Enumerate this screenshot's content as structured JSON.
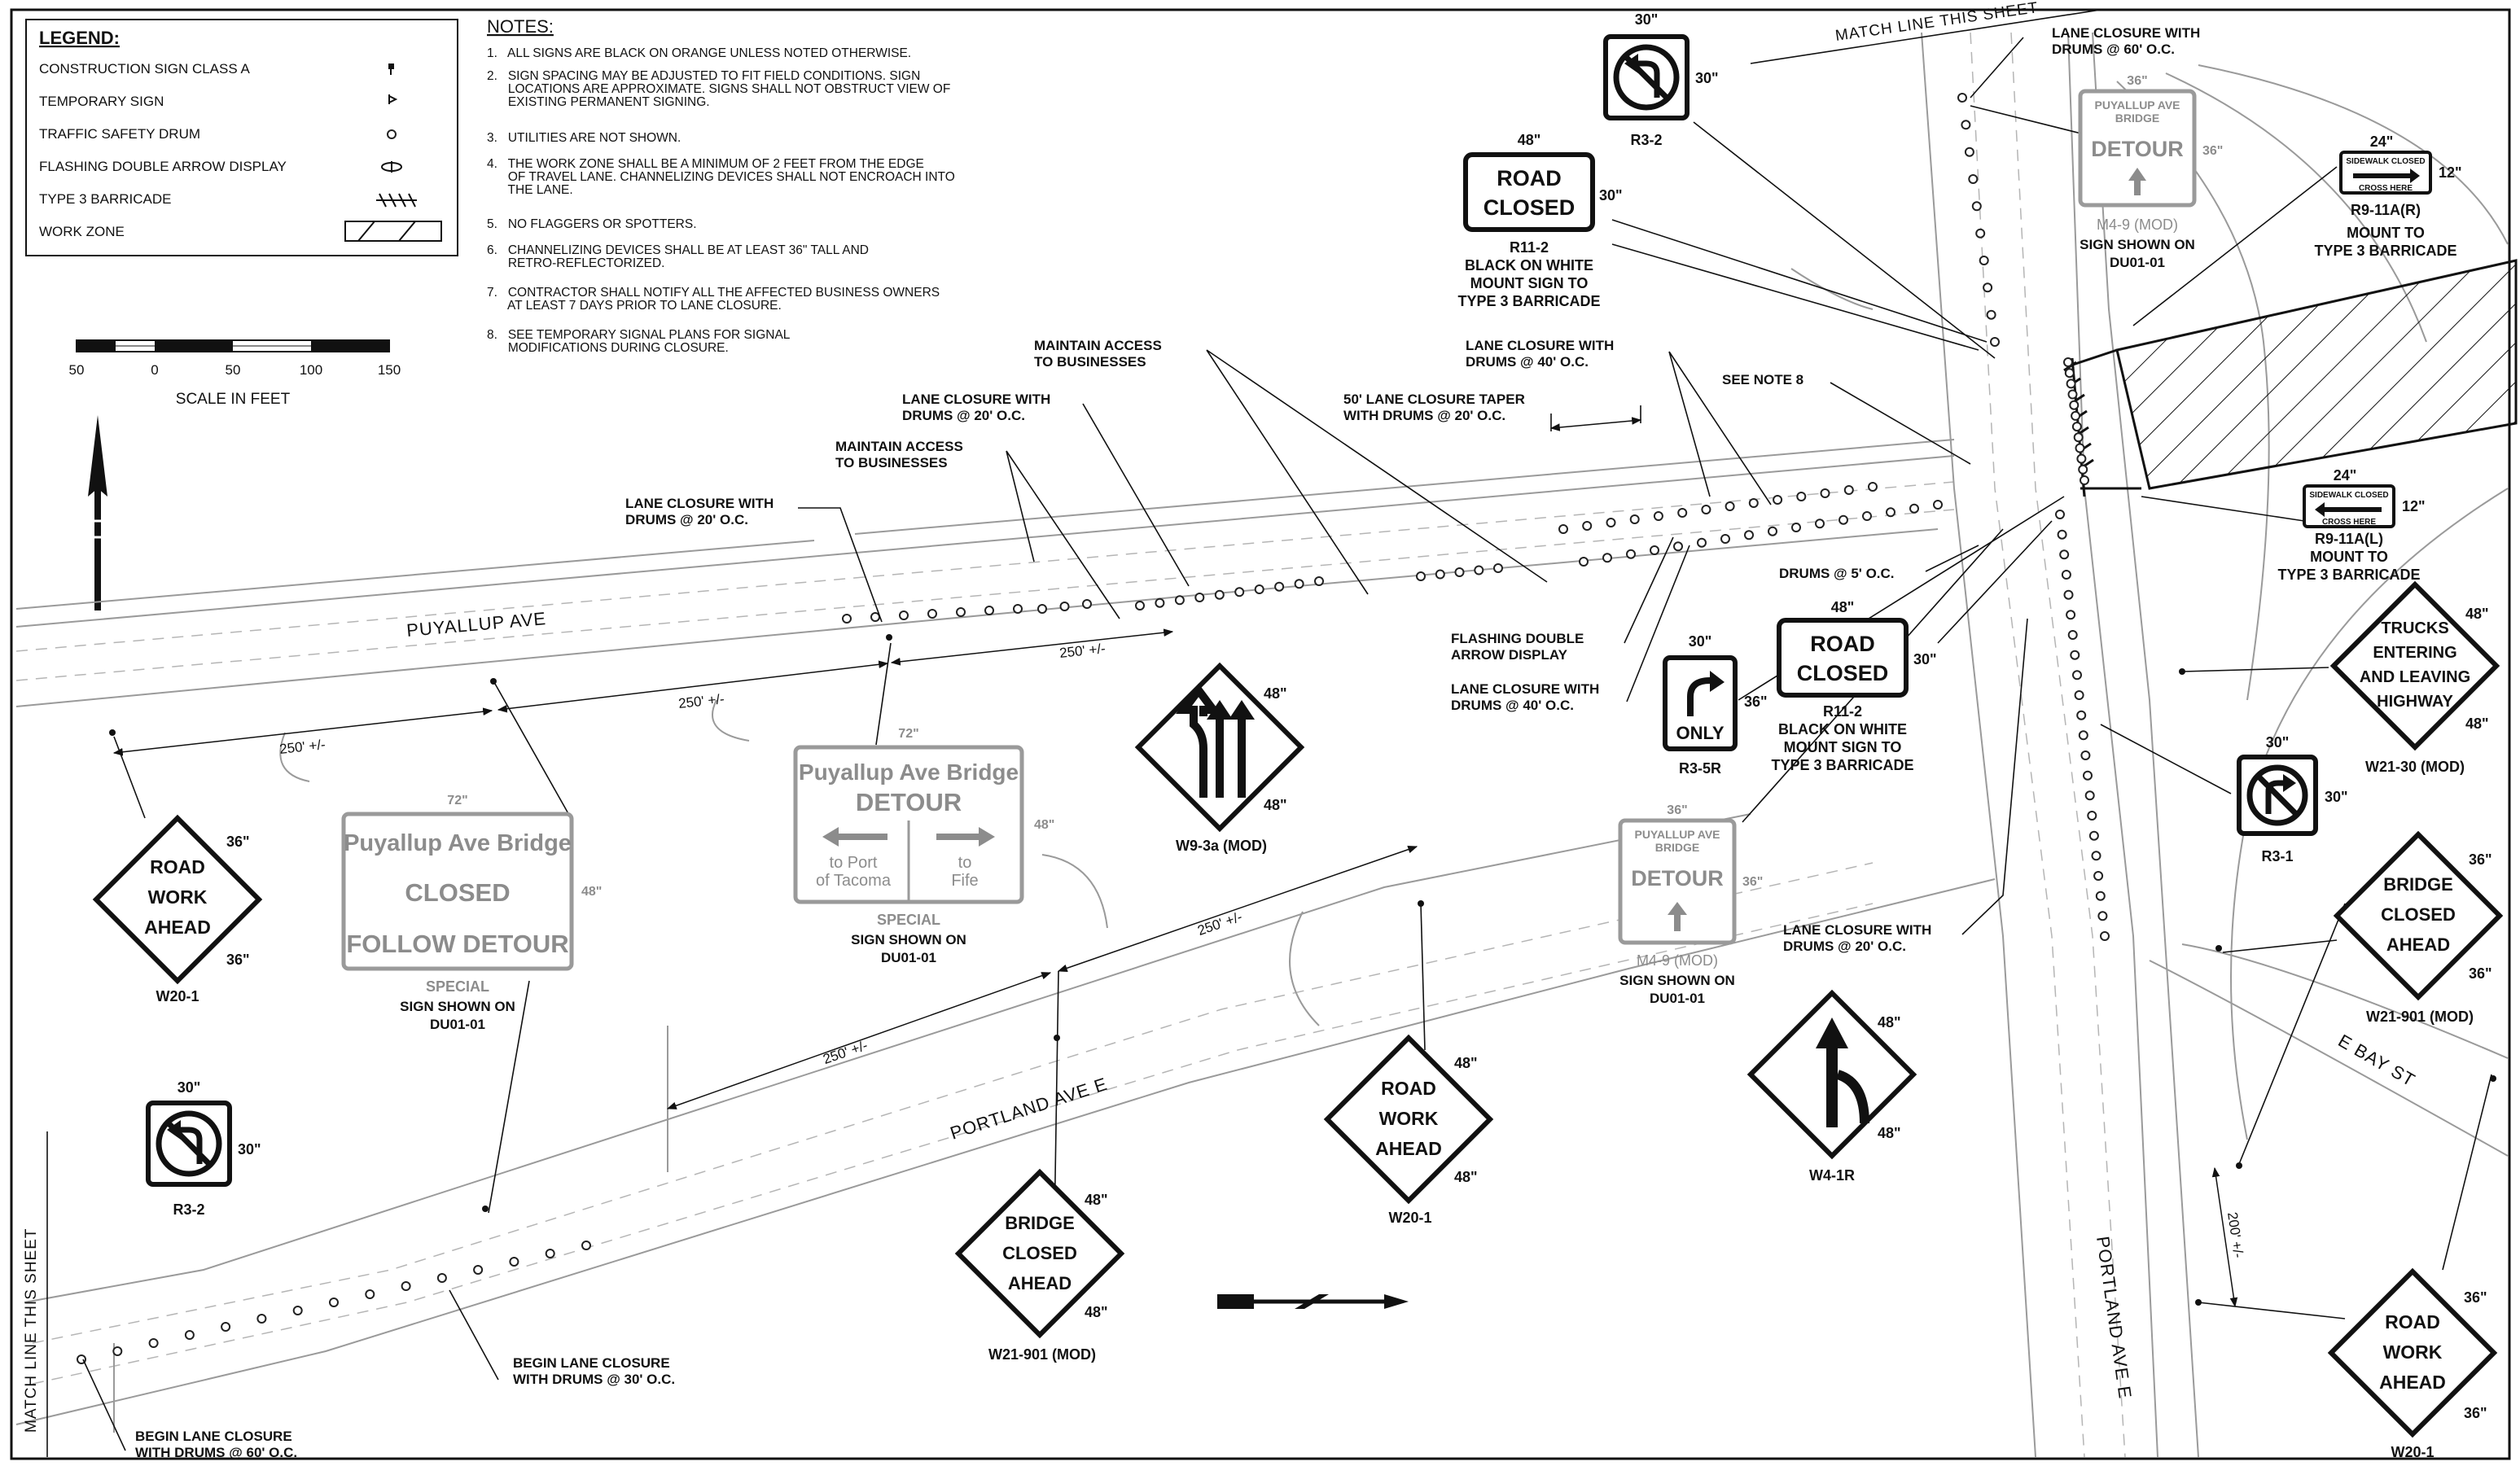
{
  "legend": {
    "title": "LEGEND:",
    "items": [
      "CONSTRUCTION SIGN CLASS A",
      "TEMPORARY SIGN",
      "TRAFFIC SAFETY DRUM",
      "FLASHING DOUBLE ARROW DISPLAY",
      "TYPE 3 BARRICADE",
      "WORK ZONE"
    ]
  },
  "notes": {
    "title": "NOTES:",
    "lines": [
      "1.   ALL SIGNS ARE BLACK ON ORANGE UNLESS NOTED OTHERWISE.",
      "2.   SIGN SPACING MAY BE ADJUSTED TO FIT FIELD CONDITIONS. SIGN",
      "      LOCATIONS ARE APPROXIMATE. SIGNS SHALL NOT OBSTRUCT VIEW OF",
      "      EXISTING PERMANENT SIGNING.",
      "3.   UTILITIES ARE NOT SHOWN.",
      "4.   THE WORK ZONE SHALL BE A MINIMUM OF 2 FEET FROM THE EDGE",
      "      OF TRAVEL LANE. CHANNELIZING DEVICES SHALL NOT ENCROACH INTO",
      "      THE LANE.",
      "5.   NO FLAGGERS OR SPOTTERS.",
      "6.   CHANNELIZING DEVICES SHALL BE AT LEAST 36\" TALL AND",
      "      RETRO-REFLECTORIZED.",
      "7.   CONTRACTOR SHALL NOTIFY ALL THE AFFECTED BUSINESS OWNERS",
      "      AT LEAST 7 DAYS PRIOR TO LANE CLOSURE.",
      "8.   SEE TEMPORARY SIGNAL PLANS FOR SIGNAL",
      "      MODIFICATIONS DURING CLOSURE."
    ]
  },
  "scale": {
    "ticks": [
      "50",
      "0",
      "50",
      "100",
      "150"
    ],
    "label": "SCALE IN FEET"
  },
  "streets": {
    "puyallup": "PUYALLUP AVE",
    "portland_e": "PORTLAND AVE E",
    "portland_v": "PORTLAND AVE E",
    "ebay": "E BAY ST"
  },
  "match_lines": {
    "top": "MATCH LINE THIS SHEET",
    "left": "MATCH LINE THIS SHEET"
  },
  "dims": {
    "d250a": "250' +/-",
    "d250b": "250' +/-",
    "d250c": "250' +/-",
    "d250d": "250' +/-",
    "d250e": "250' +/-",
    "d200": "200' +/-"
  },
  "callouts": {
    "c1": [
      "LANE CLOSURE WITH",
      "DRUMS @  20' O.C."
    ],
    "c2": [
      "MAINTAIN ACCESS",
      "TO BUSINESSES"
    ],
    "c3": [
      "LANE CLOSURE WITH",
      "DRUMS @  20' O.C."
    ],
    "c4": [
      "MAINTAIN ACCESS",
      "TO BUSINESSES"
    ],
    "c5": [
      "50' LANE CLOSURE TAPER",
      "WITH DRUMS @  20' O.C."
    ],
    "c6": [
      "LANE CLOSURE WITH",
      "DRUMS @  40' O.C."
    ],
    "c7": [
      "SEE NOTE 8"
    ],
    "c8": [
      "LANE CLOSURE WITH",
      "DRUMS @  60' O.C."
    ],
    "c9": [
      "DRUMS @  5' O.C."
    ],
    "c10": [
      "FLASHING DOUBLE",
      "ARROW DISPLAY"
    ],
    "c11": [
      "LANE CLOSURE WITH",
      "DRUMS @  40' O.C."
    ],
    "c12": [
      "LANE CLOSURE WITH",
      "DRUMS @  20' O.C."
    ],
    "c13": [
      "BEGIN LANE CLOSURE",
      "WITH DRUMS @  30' O.C."
    ],
    "c14": [
      "BEGIN LANE CLOSURE",
      "WITH DRUMS @  60' O.C."
    ]
  },
  "signs": {
    "w20_1_a": {
      "lines": [
        "ROAD",
        "WORK",
        "AHEAD"
      ],
      "d1": "36\"",
      "d2": "36\"",
      "code": "W20-1"
    },
    "detour_a": {
      "lines": [
        "Puyallup Ave Bridge",
        "CLOSED",
        "FOLLOW DETOUR"
      ],
      "dw": "72\"",
      "dh": "48\"",
      "caption": [
        "SPECIAL",
        "SIGN  SHOWN  ON",
        "DU01-01"
      ]
    },
    "detour_b": {
      "title": [
        "Puyallup Ave Bridge",
        "DETOUR"
      ],
      "left": [
        "to Port",
        "of Tacoma"
      ],
      "right": [
        "to",
        "Fife"
      ],
      "dw": "72\"",
      "dh": "48\"",
      "caption": [
        "SPECIAL",
        "SIGN  SHOWN  ON",
        "DU01-01"
      ]
    },
    "w9_3a": {
      "d1": "48\"",
      "d2": "48\"",
      "code": "W9-3a (MOD)"
    },
    "r3_2_a": {
      "d1": "30\"",
      "d2": "30\"",
      "code": "R3-2"
    },
    "w21_901_a": {
      "lines": [
        "BRIDGE",
        "CLOSED",
        "AHEAD"
      ],
      "d1": "48\"",
      "d2": "48\"",
      "code": "W21-901 (MOD)"
    },
    "w20_1_b": {
      "lines": [
        "ROAD",
        "WORK",
        "AHEAD"
      ],
      "d1": "48\"",
      "d2": "48\"",
      "code": "W20-1"
    },
    "r3_2_b": {
      "d1": "30\"",
      "d2": "30\"",
      "code": "R3-2"
    },
    "r11_2_a": {
      "lines": [
        "ROAD",
        "CLOSED"
      ],
      "dw": "48\"",
      "dh": "30\"",
      "caption": [
        "R11-2",
        "BLACK ON WHITE",
        "MOUNT SIGN TO",
        "TYPE 3 BARRICADE"
      ]
    },
    "m4_9_a": {
      "title": [
        "PUYALLUP AVE",
        "BRIDGE"
      ],
      "main": "DETOUR",
      "dw": "36\"",
      "dh": "36\"",
      "caption": [
        "M4-9 (MOD)",
        "SIGN  SHOWN  ON",
        "DU01-01"
      ]
    },
    "r9_11a_r": {
      "sw": "SIDEWALK CLOSED",
      "cross": "CROSS HERE",
      "dw": "24\"",
      "dh": "12\"",
      "caption": [
        "R9-11A(R)",
        "MOUNT TO",
        "TYPE 3 BARRICADE"
      ]
    },
    "r9_11a_l": {
      "sw": "SIDEWALK CLOSED",
      "cross": "CROSS HERE",
      "dw": "24\"",
      "dh": "12\"",
      "caption": [
        "R9-11A(L)",
        "MOUNT TO",
        "TYPE 3 BARRICADE"
      ]
    },
    "r11_2_b": {
      "lines": [
        "ROAD",
        "CLOSED"
      ],
      "dw": "48\"",
      "dh": "30\"",
      "caption": [
        "R11-2",
        "BLACK ON WHITE",
        "MOUNT SIGN TO",
        "TYPE 3 BARRICADE"
      ]
    },
    "r3_5r": {
      "text": "ONLY",
      "d1": "30\"",
      "d2": "36\"",
      "code": "R3-5R"
    },
    "m4_9_b": {
      "title": [
        "PUYALLUP AVE",
        "BRIDGE"
      ],
      "main": "DETOUR",
      "dw": "36\"",
      "dh": "36\"",
      "caption": [
        "M4-9 (MOD)",
        "SIGN  SHOWN  ON",
        "DU01-01"
      ]
    },
    "w21_30": {
      "lines": [
        "TRUCKS",
        "ENTERING",
        "AND LEAVING",
        "HIGHWAY"
      ],
      "d1": "48\"",
      "d2": "48\"",
      "code": "W21-30 (MOD)"
    },
    "r3_1": {
      "d1": "30\"",
      "d2": "30\"",
      "code": "R3-1"
    },
    "w21_901_b": {
      "lines": [
        "BRIDGE",
        "CLOSED",
        "AHEAD"
      ],
      "d1": "36\"",
      "d2": "36\"",
      "code": "W21-901 (MOD)"
    },
    "w4_1r": {
      "d1": "48\"",
      "d2": "48\"",
      "code": "W4-1R"
    },
    "w20_1_c": {
      "lines": [
        "ROAD",
        "WORK",
        "AHEAD"
      ],
      "d1": "36\"",
      "d2": "36\"",
      "code": "W20-1"
    }
  }
}
